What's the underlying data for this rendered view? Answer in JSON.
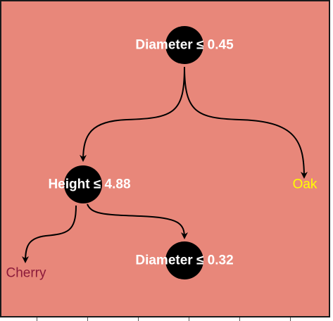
{
  "diagram": {
    "nodes": [
      {
        "id": "root",
        "label": "Diameter ≤ 0.45"
      },
      {
        "id": "height",
        "label": "Height ≤ 4.88"
      },
      {
        "id": "diameter2",
        "label": "Diameter ≤ 0.32"
      }
    ],
    "leaves": [
      {
        "id": "oak",
        "label": "Oak",
        "color": "#ffff00"
      },
      {
        "id": "cherry",
        "label": "Cherry",
        "color": "#8b1a3a"
      }
    ],
    "edges": [
      {
        "from": "root",
        "to": "height"
      },
      {
        "from": "root",
        "to": "oak"
      },
      {
        "from": "height",
        "to": "cherry"
      },
      {
        "from": "height",
        "to": "diameter2"
      }
    ]
  },
  "colors": {
    "background": "#e8877a",
    "node_fill": "#000000",
    "node_text": "#ffffff",
    "edge": "#000000"
  }
}
